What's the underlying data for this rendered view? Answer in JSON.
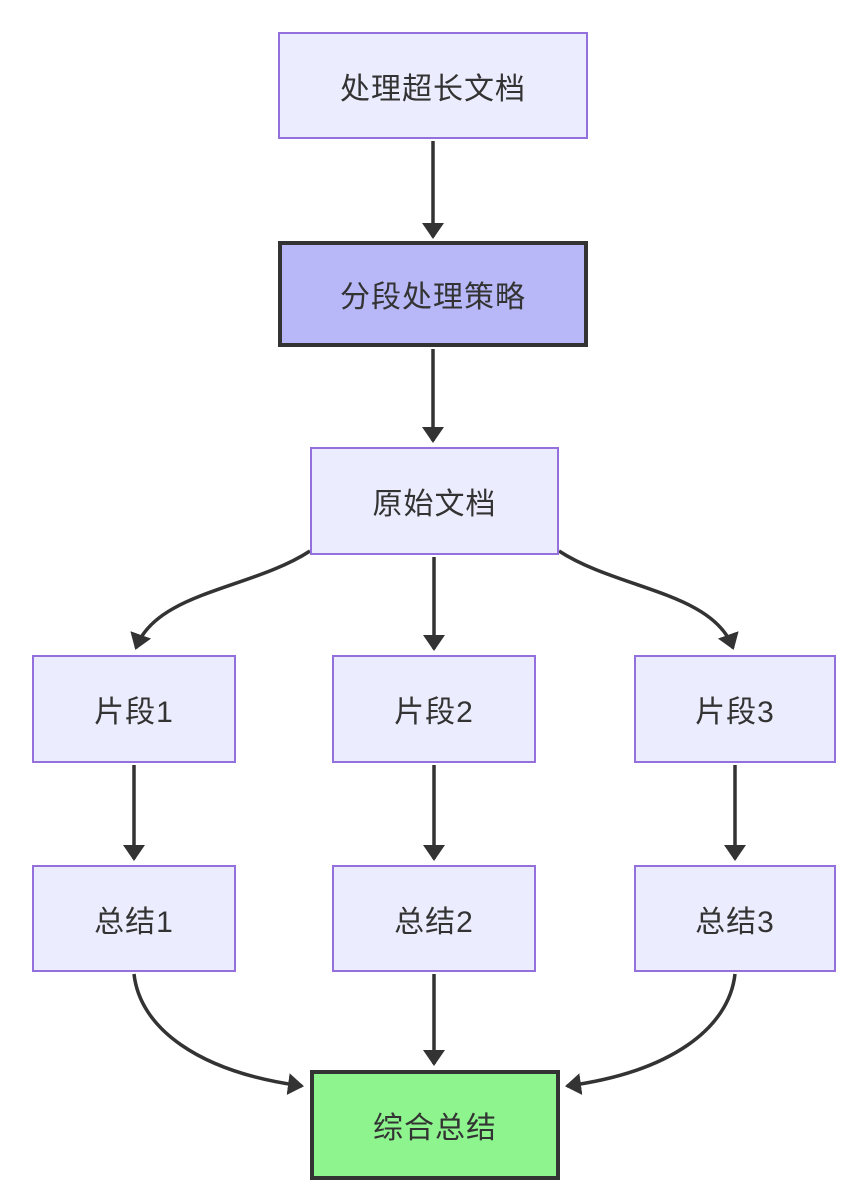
{
  "diagram": {
    "type": "flowchart",
    "direction": "top-down",
    "nodes": [
      {
        "id": "A",
        "label": "处理超长文档",
        "style": "default"
      },
      {
        "id": "B",
        "label": "分段处理策略",
        "style": "emphasis"
      },
      {
        "id": "C",
        "label": "原始文档",
        "style": "default"
      },
      {
        "id": "D",
        "label": "片段1",
        "style": "default"
      },
      {
        "id": "E",
        "label": "片段2",
        "style": "default"
      },
      {
        "id": "F",
        "label": "片段3",
        "style": "default"
      },
      {
        "id": "G",
        "label": "总结1",
        "style": "default"
      },
      {
        "id": "H",
        "label": "总结2",
        "style": "default"
      },
      {
        "id": "I",
        "label": "总结3",
        "style": "default"
      },
      {
        "id": "J",
        "label": "综合总结",
        "style": "success"
      }
    ],
    "edges": [
      {
        "from": "处理超长文档",
        "to": "分段处理策略"
      },
      {
        "from": "分段处理策略",
        "to": "原始文档"
      },
      {
        "from": "原始文档",
        "to": "片段1"
      },
      {
        "from": "原始文档",
        "to": "片段2"
      },
      {
        "from": "原始文档",
        "to": "片段3"
      },
      {
        "from": "片段1",
        "to": "总结1"
      },
      {
        "from": "片段2",
        "to": "总结2"
      },
      {
        "from": "片段3",
        "to": "总结3"
      },
      {
        "from": "总结1",
        "to": "综合总结"
      },
      {
        "from": "总结2",
        "to": "综合总结"
      },
      {
        "from": "总结3",
        "to": "综合总结"
      }
    ],
    "colors": {
      "node_default_fill": "#ececff",
      "node_default_border": "#9370db",
      "node_emphasis_fill": "#b8b8f8",
      "node_emphasis_border": "#333333",
      "node_success_fill": "#8ef58e",
      "node_success_border": "#333333",
      "edge_stroke": "#333333",
      "text": "#333333",
      "background": "#ffffff"
    }
  }
}
